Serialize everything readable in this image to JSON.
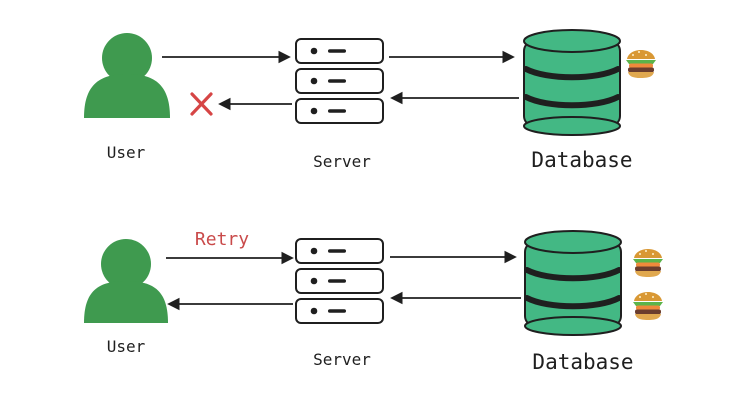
{
  "scenario_top": {
    "user_label": "User",
    "server_label": "Server",
    "database_label": "Database"
  },
  "scenario_bottom": {
    "user_label": "User",
    "server_label": "Server",
    "database_label": "Database",
    "retry_label": "Retry"
  },
  "colors": {
    "user_fill": "#3f9a4f",
    "db_fill": "#43b884",
    "cross": "#d64545",
    "retry_text": "#c94a4a",
    "line": "#1f1f1f"
  },
  "icons": {
    "user": "user-icon",
    "server": "server-icon",
    "database": "database-icon",
    "burger": "burger-icon",
    "cross": "cross-icon"
  }
}
